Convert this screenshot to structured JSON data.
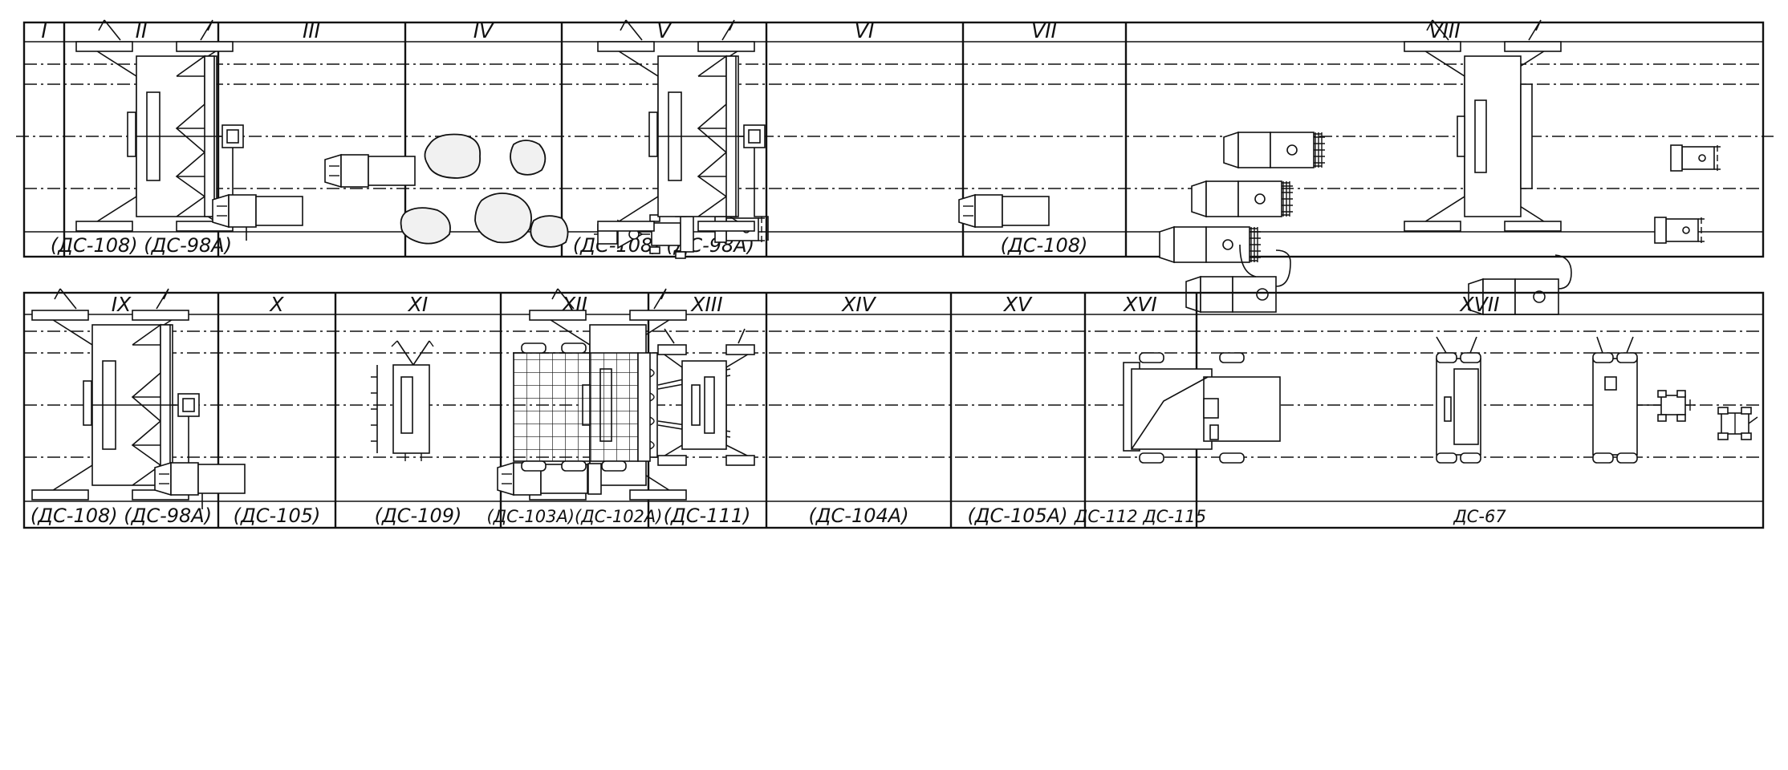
{
  "top_row": {
    "headers": [
      "I",
      "II",
      "III",
      "IV",
      "V",
      "VI",
      "VII",
      "VIII"
    ],
    "captions": [
      {
        "col": "II",
        "text": "(ДС-108) (ДС-98А)"
      },
      {
        "col": "V",
        "text": "(ДС-108)   (ДС-98А)"
      },
      {
        "col": "VII",
        "text": "(ДС-108)"
      }
    ]
  },
  "bottom_row": {
    "headers": [
      "IX",
      "X",
      "XI",
      "XII",
      "XIII",
      "XIV",
      "XV",
      "XVI",
      "XVII"
    ],
    "captions": [
      {
        "col": "IX",
        "text": "(ДС-108)  (ДС-98А)"
      },
      {
        "col": "X",
        "text": "(ДС-105)"
      },
      {
        "col": "XI",
        "text": "(ДС-109)"
      },
      {
        "col": "XII",
        "text": "(ДС-103А)(ДС-102А)"
      },
      {
        "col": "XIII",
        "text": "(ДС-111)"
      },
      {
        "col": "XIV",
        "text": "(ДС-104А)"
      },
      {
        "col": "XV",
        "text": "(ДС-105А)"
      },
      {
        "col": "XVI",
        "text": "ДС-112 ДС-115"
      },
      {
        "col": "XVII",
        "text": "ДС-67"
      }
    ]
  }
}
